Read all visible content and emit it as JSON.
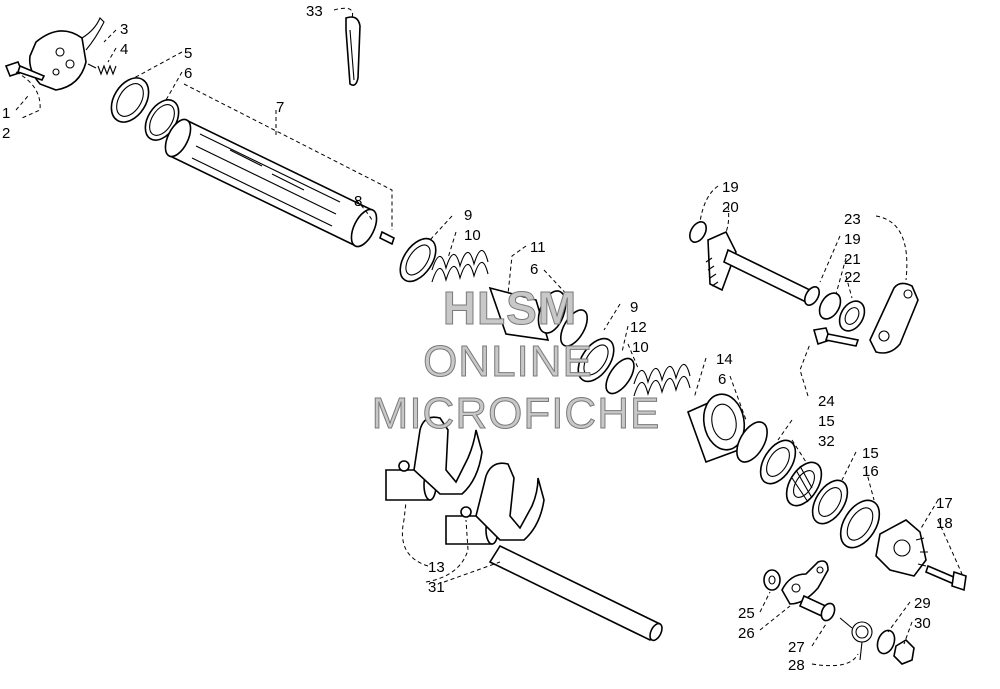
{
  "callouts": {
    "c1": "1",
    "c2": "2",
    "c3": "3",
    "c4": "4",
    "c5": "5",
    "c6a": "6",
    "c7": "7",
    "c8": "8",
    "c9a": "9",
    "c10a": "10",
    "c11": "11",
    "c6b": "6",
    "c9b": "9",
    "c12": "12",
    "c10b": "10",
    "c14": "14",
    "c6c": "6",
    "c13": "13",
    "c31": "31",
    "c19a": "19",
    "c20": "20",
    "c23": "23",
    "c19b": "19",
    "c21": "21",
    "c22": "22",
    "c24": "24",
    "c15a": "15",
    "c32": "32",
    "c15b": "15",
    "c16": "16",
    "c17": "17",
    "c18": "18",
    "c25": "25",
    "c26": "26",
    "c27": "27",
    "c28": "28",
    "c29": "29",
    "c30": "30",
    "c33": "33"
  },
  "watermark": {
    "line1": "HLSM",
    "line2": "ONLINE",
    "line3": "MICROFICHE"
  }
}
